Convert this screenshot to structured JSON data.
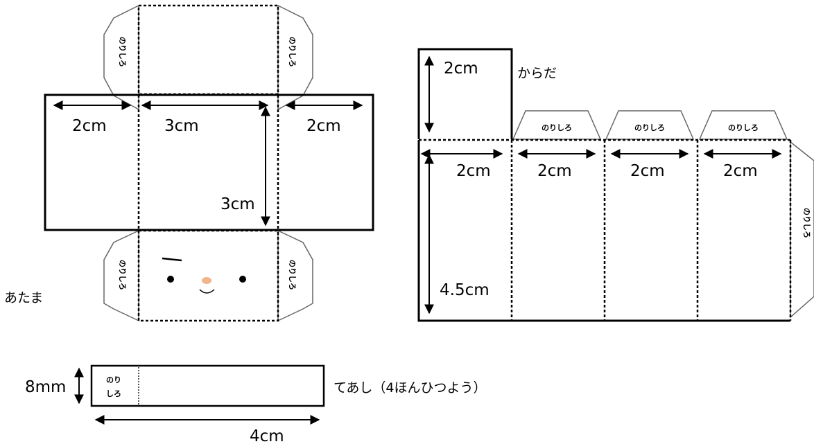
{
  "glue_label": "のりしろ",
  "glue_label_line1": "のり",
  "glue_label_line2": "しろ",
  "head": {
    "label": "あたま",
    "dims": {
      "left_width": "2cm",
      "center_width": "3cm",
      "center_height": "3cm",
      "right_width": "2cm"
    }
  },
  "body": {
    "label": "からだ",
    "dims": {
      "top_height": "2cm",
      "panel1_width": "2cm",
      "panel2_width": "2cm",
      "panel3_width": "2cm",
      "panel4_width": "2cm",
      "height": "4.5cm"
    }
  },
  "limb": {
    "label": "てあし（4ほんひつよう）",
    "dims": {
      "height": "8mm",
      "length": "4cm"
    }
  },
  "colors": {
    "line": "#000000",
    "tab_border": "#666666",
    "nose": "#f2b48c"
  }
}
